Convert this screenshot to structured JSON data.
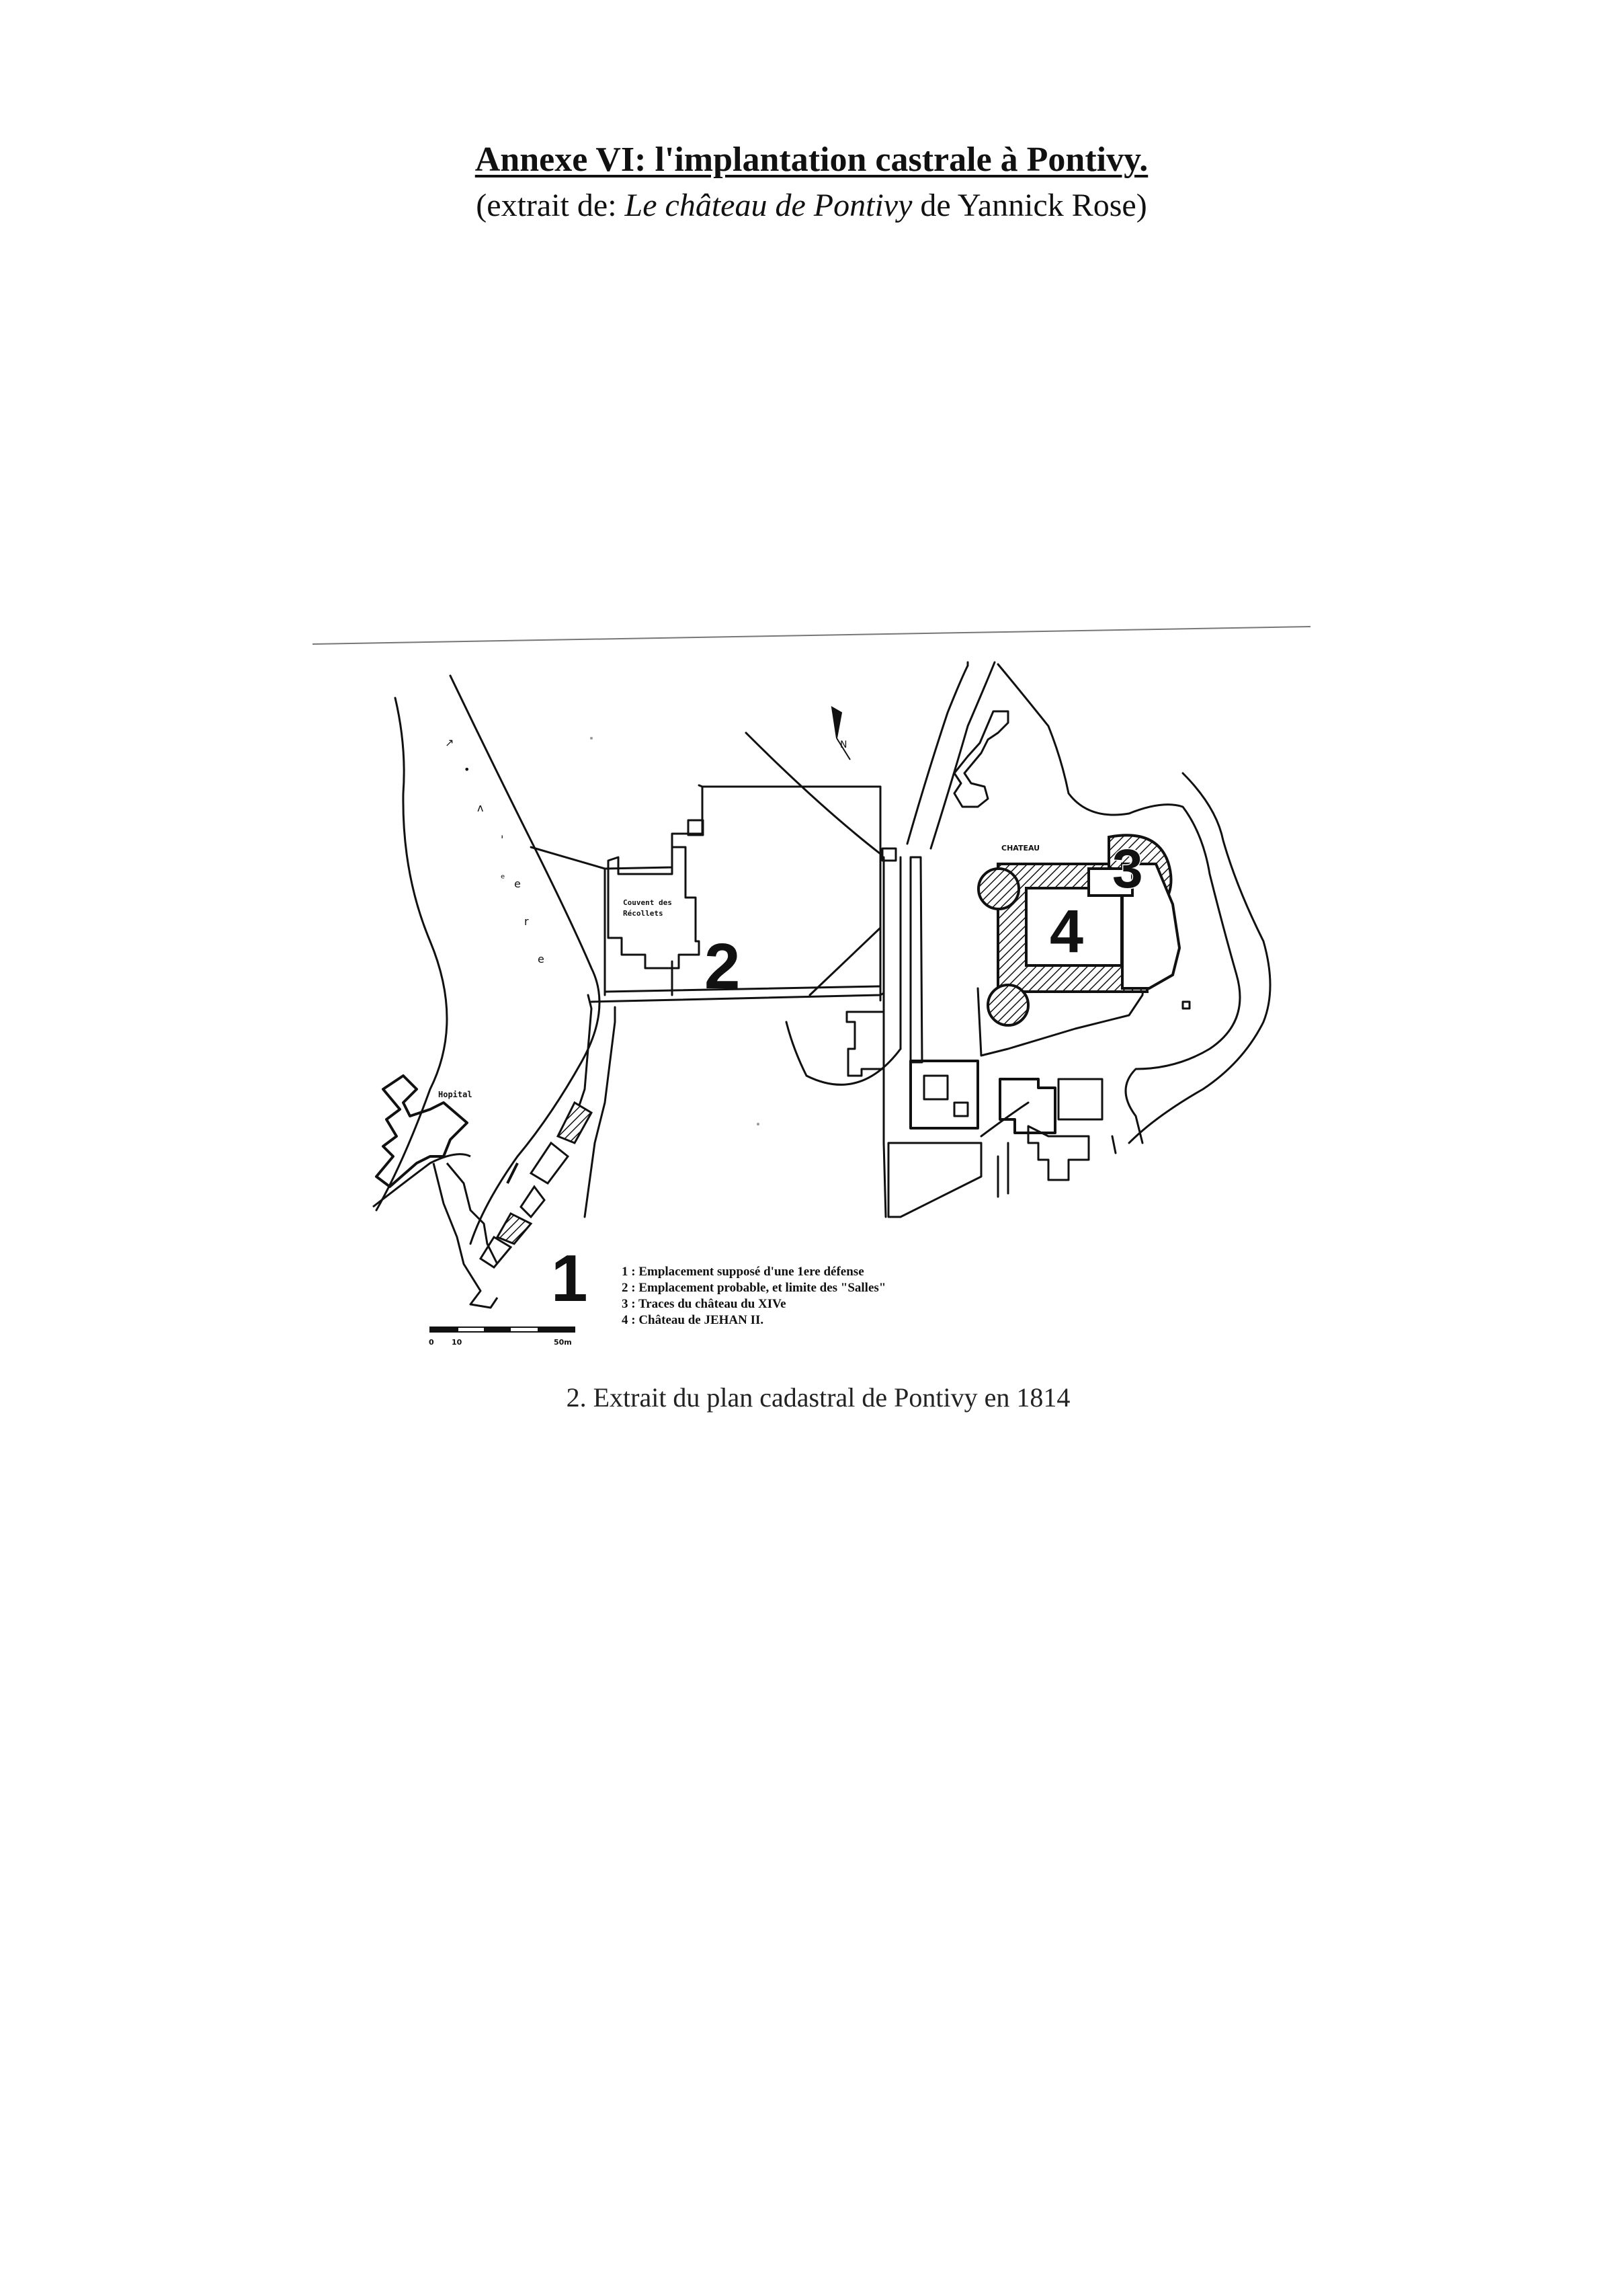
{
  "document": {
    "title": "Annexe VI: l'implantation castrale à Pontivy.",
    "subtitle_prefix": "(extrait de: ",
    "subtitle_work": "Le château de Pontivy",
    "subtitle_suffix": " de Yannick Rose)",
    "caption": "2. Extrait du plan cadastral de Pontivy en 1814"
  },
  "map": {
    "labels": {
      "chateau": "CHATEAU",
      "couvent_line1": "Couvent des",
      "couvent_line2": "Récollets",
      "hopital": "Hopital",
      "north": "N"
    },
    "zone_numbers": [
      "1",
      "2",
      "3",
      "4"
    ],
    "legend": [
      "1 : Emplacement supposé d'une 1ere défense",
      "2 : Emplacement probable, et limite des \"Salles\"",
      "3 : Traces du château du XIVe",
      "4 : Château de JEHAN II."
    ],
    "scale": {
      "ticks": [
        "0",
        "10",
        "50m"
      ]
    }
  }
}
